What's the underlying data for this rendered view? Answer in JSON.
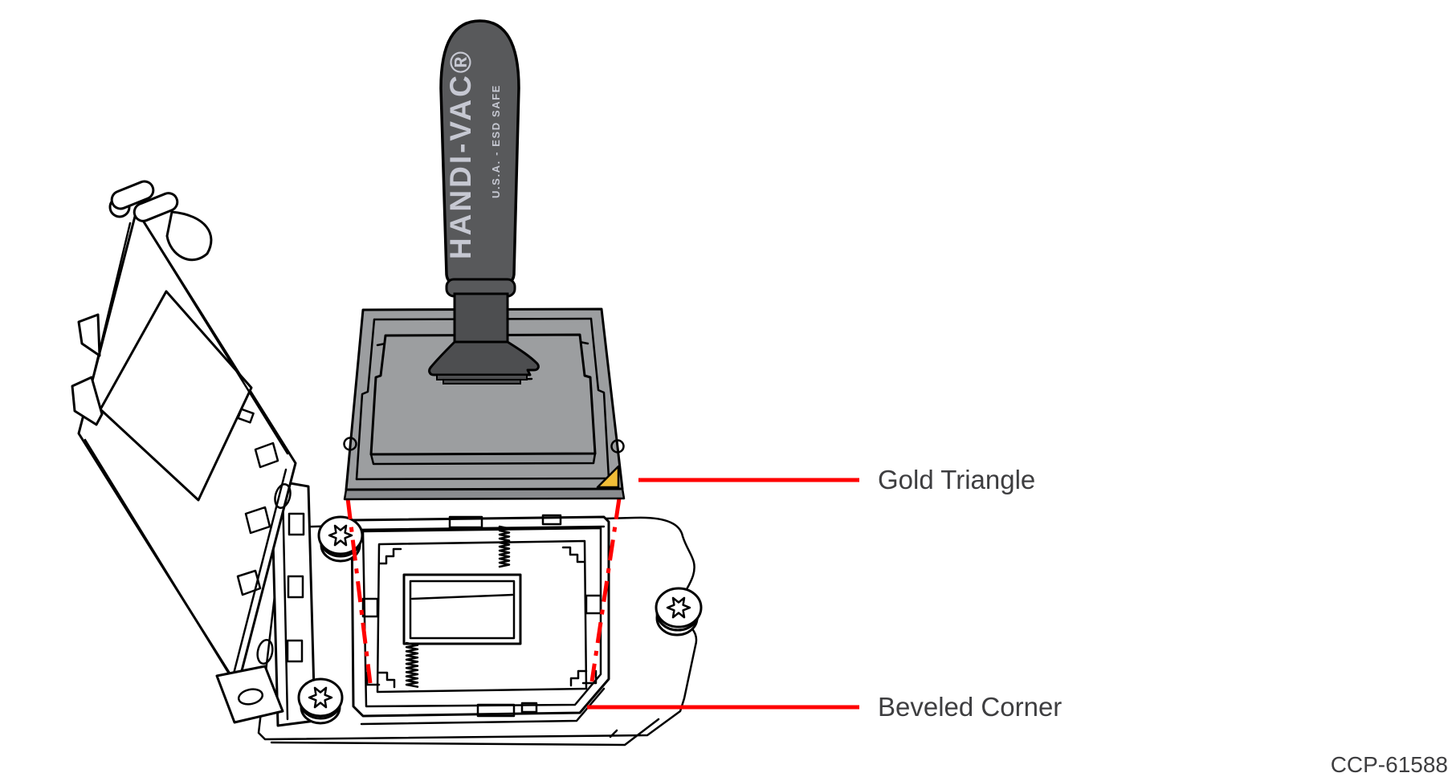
{
  "figure": {
    "code": "CCP-61588",
    "background": "#ffffff"
  },
  "callouts": {
    "gold_triangle": "Gold Triangle",
    "beveled_corner": "Beveled Corner"
  },
  "tool": {
    "brand": "HANDI-VAC®",
    "origin": "U.S.A. - ESD SAFE"
  },
  "colors": {
    "leader_red": "#FF0000",
    "gold": "#F2BE37",
    "handle_gray": "#58595B",
    "cup_gray": "#4D4E50",
    "processor_gray": "#9C9EA0",
    "substrate_gray": "#8A8C8F",
    "plateau_wall_gray": "#909396",
    "handle_text_gray": "#C6C8D2",
    "label_text": "#3E3E40",
    "outline": "#000000"
  }
}
